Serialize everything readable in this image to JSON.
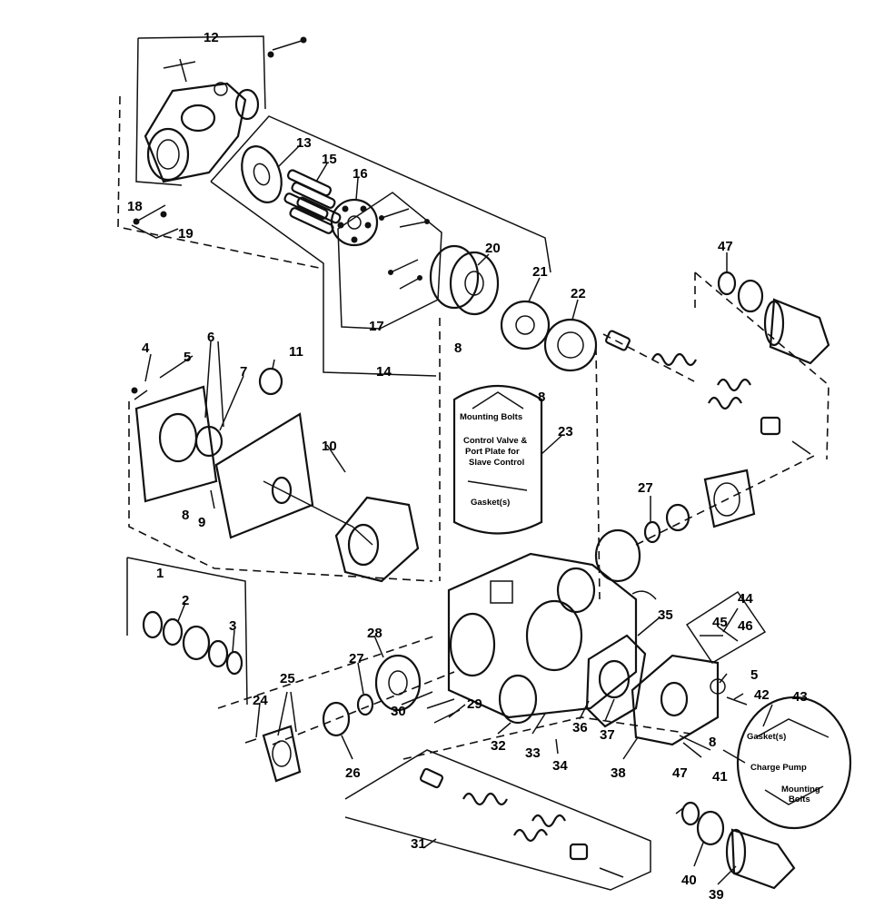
{
  "diagram": {
    "callouts": [
      "1",
      "2",
      "3",
      "4",
      "5",
      "6",
      "7",
      "8",
      "9",
      "10",
      "11",
      "12",
      "13",
      "14",
      "15",
      "16",
      "17",
      "18",
      "19",
      "20",
      "21",
      "22",
      "23",
      "24",
      "25",
      "26",
      "27",
      "28",
      "29",
      "30",
      "31",
      "32",
      "33",
      "34",
      "35",
      "36",
      "37",
      "38",
      "39",
      "40",
      "41",
      "42",
      "43",
      "44",
      "45",
      "46",
      "47"
    ],
    "repeat_labels": {
      "eight": "8",
      "five": "5",
      "twenty_seven": "27",
      "forty_seven": "47"
    },
    "center_kit_notes": {
      "mounting_bolts": "Mounting Bolts",
      "control_valve_line1": "Control Valve &",
      "control_valve_line2": "Port Plate for",
      "control_valve_line3": "Slave Control",
      "gaskets": "Gasket(s)"
    },
    "charge_pump_kit_notes": {
      "gaskets": "Gasket(s)",
      "charge_pump": "Charge Pump",
      "mounting_line1": "Mounting",
      "mounting_line2": "Bolts"
    }
  }
}
